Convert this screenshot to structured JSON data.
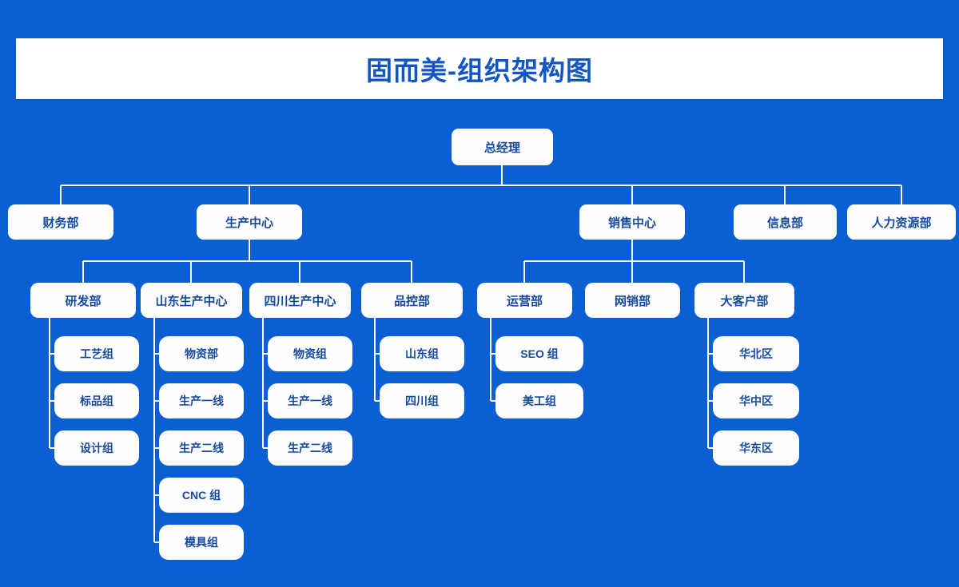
{
  "header": {
    "title": "固而美-组织架构图",
    "banner_bg": "#ffffff",
    "title_color": "#1455c4"
  },
  "theme": {
    "background": "#0a5fd2",
    "node_bg": "#fdfdfd",
    "node_text": "#154a9e",
    "connector": "#ffffff"
  },
  "org_chart": {
    "root": {
      "label": "总经理"
    },
    "level2": [
      {
        "label": "财务部"
      },
      {
        "label": "生产中心"
      },
      {
        "label": "销售中心"
      },
      {
        "label": "信息部"
      },
      {
        "label": "人力资源部"
      }
    ],
    "level3_production": [
      {
        "label": "研发部"
      },
      {
        "label": "山东生产中心"
      },
      {
        "label": "四川生产中心"
      },
      {
        "label": "品控部"
      }
    ],
    "level3_sales": [
      {
        "label": "运营部"
      },
      {
        "label": "网销部"
      },
      {
        "label": "大客户部"
      }
    ],
    "leaves_rd": [
      {
        "label": "工艺组"
      },
      {
        "label": "标品组"
      },
      {
        "label": "设计组"
      }
    ],
    "leaves_shandong": [
      {
        "label": "物资部"
      },
      {
        "label": "生产一线"
      },
      {
        "label": "生产二线"
      },
      {
        "label": "CNC 组"
      },
      {
        "label": "模具组"
      }
    ],
    "leaves_sichuan": [
      {
        "label": "物资组"
      },
      {
        "label": "生产一线"
      },
      {
        "label": "生产二线"
      }
    ],
    "leaves_qc": [
      {
        "label": "山东组"
      },
      {
        "label": "四川组"
      }
    ],
    "leaves_operations": [
      {
        "label": "SEO 组"
      },
      {
        "label": "美工组"
      }
    ],
    "leaves_keyaccount": [
      {
        "label": "华北区"
      },
      {
        "label": "华中区"
      },
      {
        "label": "华东区"
      }
    ]
  }
}
